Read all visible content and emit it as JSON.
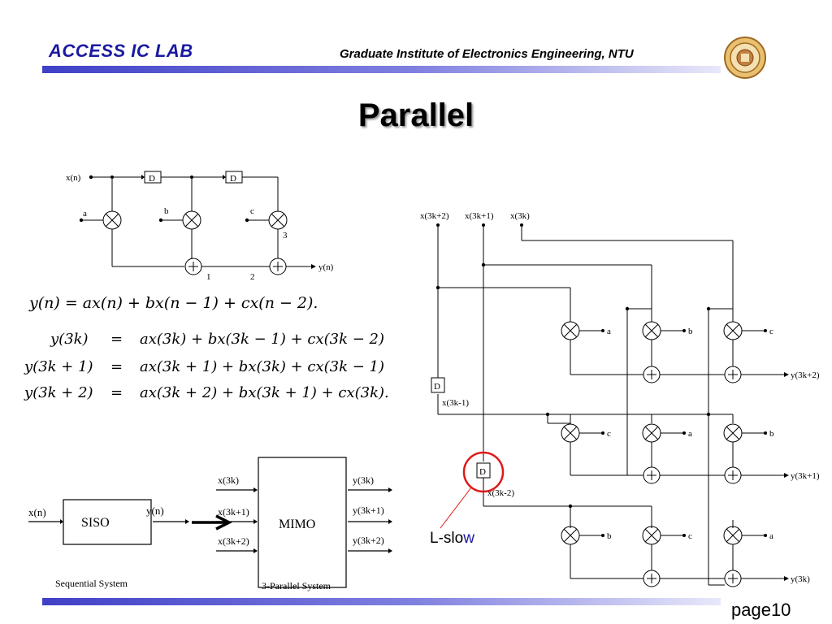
{
  "header": {
    "brand": "ACCESS IC LAB",
    "institute": "Graduate Institute of Electronics Engineering, NTU",
    "logo": "ntu-seal-icon"
  },
  "title": "Parallel",
  "fir": {
    "input": "x(n)",
    "delay": "D",
    "coef_a": "a",
    "coef_b": "b",
    "coef_c": "c",
    "output": "y(n)",
    "node1": "1",
    "node2": "2",
    "node3": "3"
  },
  "equations": {
    "main": "y(n) = ax(n) + bx(n − 1) + cx(n − 2).",
    "rows": [
      {
        "lhs": "y(3k)",
        "eq": "=",
        "rhs": "ax(3k) + bx(3k − 1) + cx(3k − 2)"
      },
      {
        "lhs": "y(3k + 1)",
        "eq": "=",
        "rhs": "ax(3k + 1) + bx(3k) + cx(3k − 1)"
      },
      {
        "lhs": "y(3k + 2)",
        "eq": "=",
        "rhs": "ax(3k + 2) + bx(3k + 1) + cx(3k)."
      }
    ]
  },
  "systems": {
    "siso_in": "x(n)",
    "siso": "SISO",
    "siso_out": "y(n)",
    "mimo": "MIMO",
    "mimo_in": [
      "x(3k)",
      "x(3k+1)",
      "x(3k+2)"
    ],
    "mimo_out": [
      "y(3k)",
      "y(3k+1)",
      "y(3k+2)"
    ],
    "seq_caption": "Sequential System",
    "par_caption": "3-Parallel System"
  },
  "parallel": {
    "inputs": [
      "x(3k+2)",
      "x(3k+1)",
      "x(3k)"
    ],
    "delay": "D",
    "d1": "x(3k-1)",
    "d2": "x(3k-2)",
    "row1_coefs": [
      "a",
      "b",
      "c"
    ],
    "row2_coefs": [
      "c",
      "a",
      "b"
    ],
    "row3_coefs": [
      "b",
      "c",
      "a"
    ],
    "outputs": [
      "y(3k+2)",
      "y(3k+1)",
      "y(3k)"
    ],
    "highlight_color": "#e01818"
  },
  "callout": {
    "prefix": "L-slo",
    "suffix": "w"
  },
  "footer": {
    "page": "page10"
  }
}
